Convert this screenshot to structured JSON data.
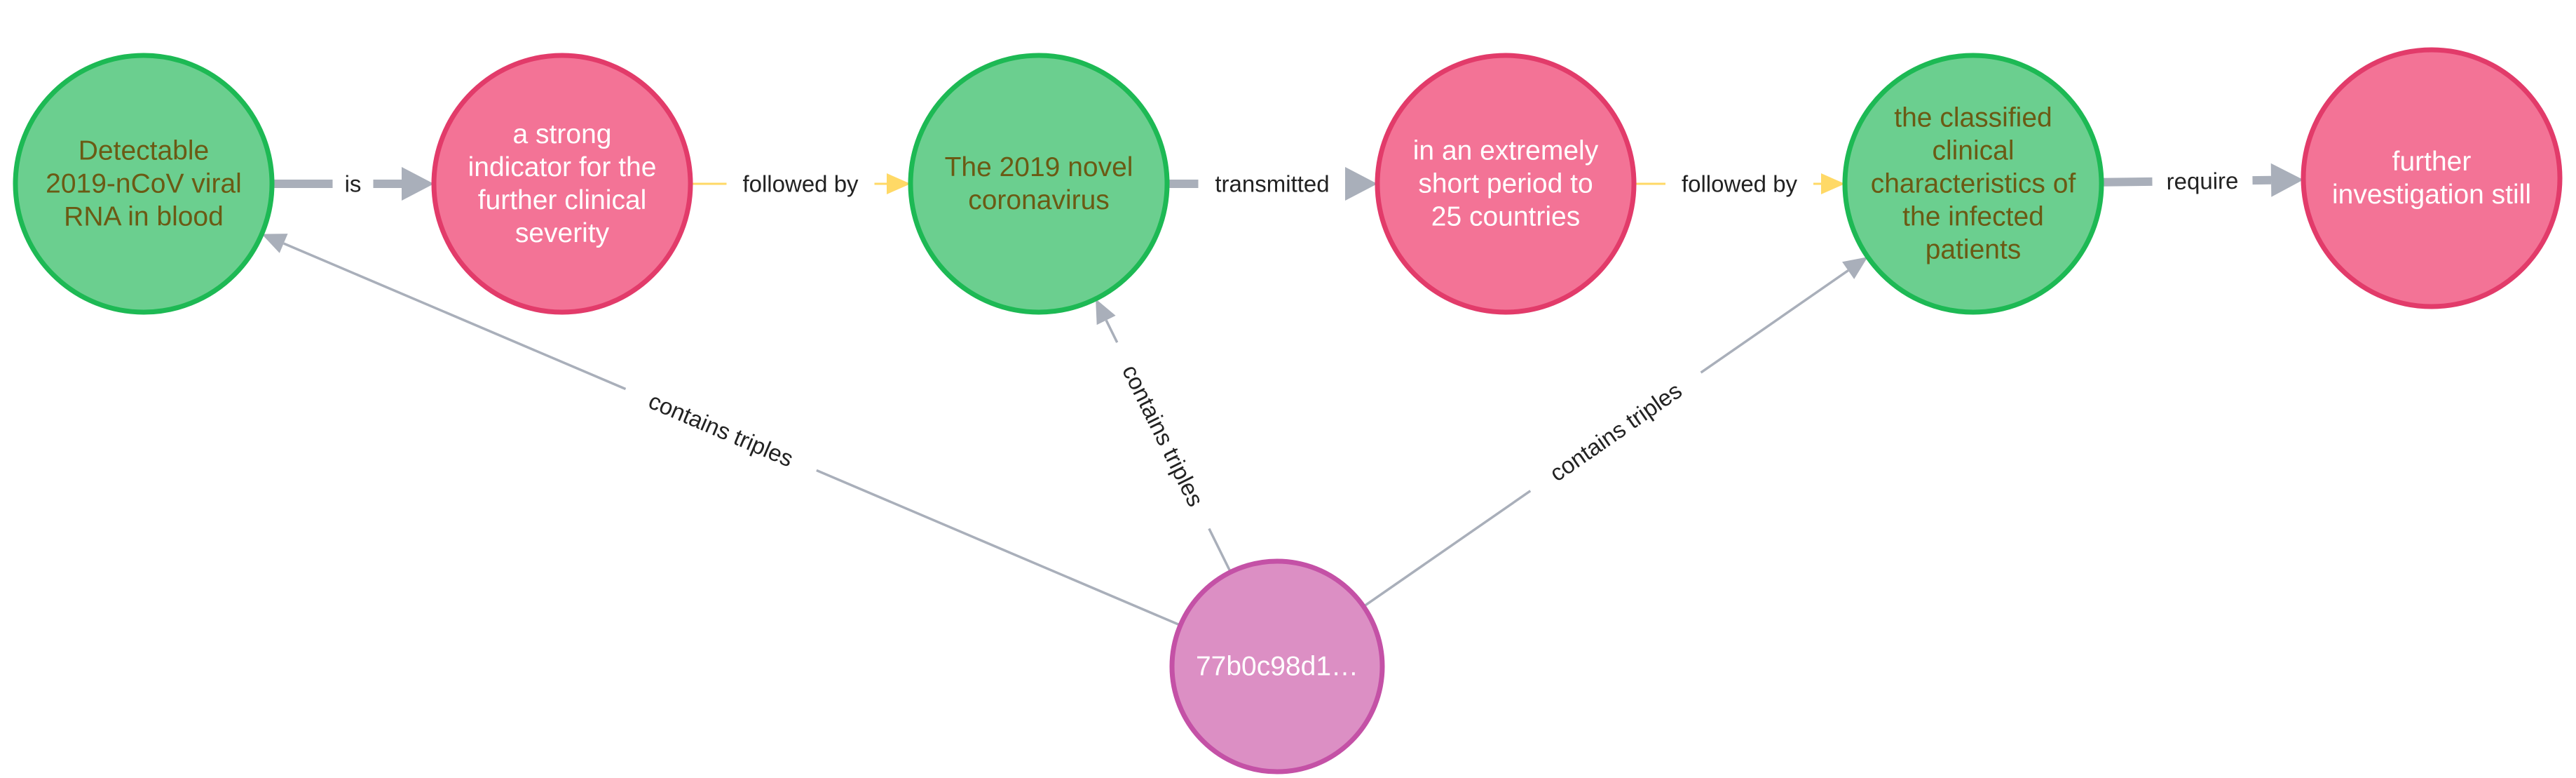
{
  "colors": {
    "entity_fill": "#6bcf8f",
    "entity_stroke": "#1db954",
    "entity_text": "#6b5a14",
    "object_fill": "#f37396",
    "object_stroke": "#e23b6a",
    "object_text": "#ffffff",
    "doc_fill": "#dc8fc4",
    "doc_stroke": "#c451a6",
    "doc_text": "#ffffff",
    "edge_gray": "#a9afba",
    "edge_yellow": "#ffd966"
  },
  "nodes": [
    {
      "id": "n1",
      "kind": "entity",
      "lines": [
        "Detectable",
        "2019-nCoV viral",
        "RNA in blood"
      ]
    },
    {
      "id": "n2",
      "kind": "object",
      "lines": [
        "a strong",
        "indicator for the",
        "further clinical",
        "severity"
      ]
    },
    {
      "id": "n3",
      "kind": "entity",
      "lines": [
        "The 2019 novel",
        "coronavirus"
      ]
    },
    {
      "id": "n4",
      "kind": "object",
      "lines": [
        "in an extremely",
        "short period to",
        "25 countries"
      ]
    },
    {
      "id": "n5",
      "kind": "entity",
      "lines": [
        "the classified",
        "clinical",
        "characteristics of",
        "the infected",
        "patients"
      ]
    },
    {
      "id": "n6",
      "kind": "object",
      "lines": [
        "further",
        "investigation still"
      ]
    },
    {
      "id": "doc",
      "kind": "doc",
      "lines": [
        "77b0c98d1…"
      ]
    }
  ],
  "edges": [
    {
      "from": "n1",
      "to": "n2",
      "label": "is",
      "style": "thick"
    },
    {
      "from": "n2",
      "to": "n3",
      "label": "followed by",
      "style": "yellow"
    },
    {
      "from": "n3",
      "to": "n4",
      "label": "transmitted",
      "style": "thick"
    },
    {
      "from": "n4",
      "to": "n5",
      "label": "followed by",
      "style": "yellow"
    },
    {
      "from": "n5",
      "to": "n6",
      "label": "require",
      "style": "thick"
    },
    {
      "from": "doc",
      "to": "n1",
      "label": "contains triples",
      "style": "thin"
    },
    {
      "from": "doc",
      "to": "n3",
      "label": "contains triples",
      "style": "thin"
    },
    {
      "from": "doc",
      "to": "n5",
      "label": "contains triples",
      "style": "thin"
    }
  ]
}
